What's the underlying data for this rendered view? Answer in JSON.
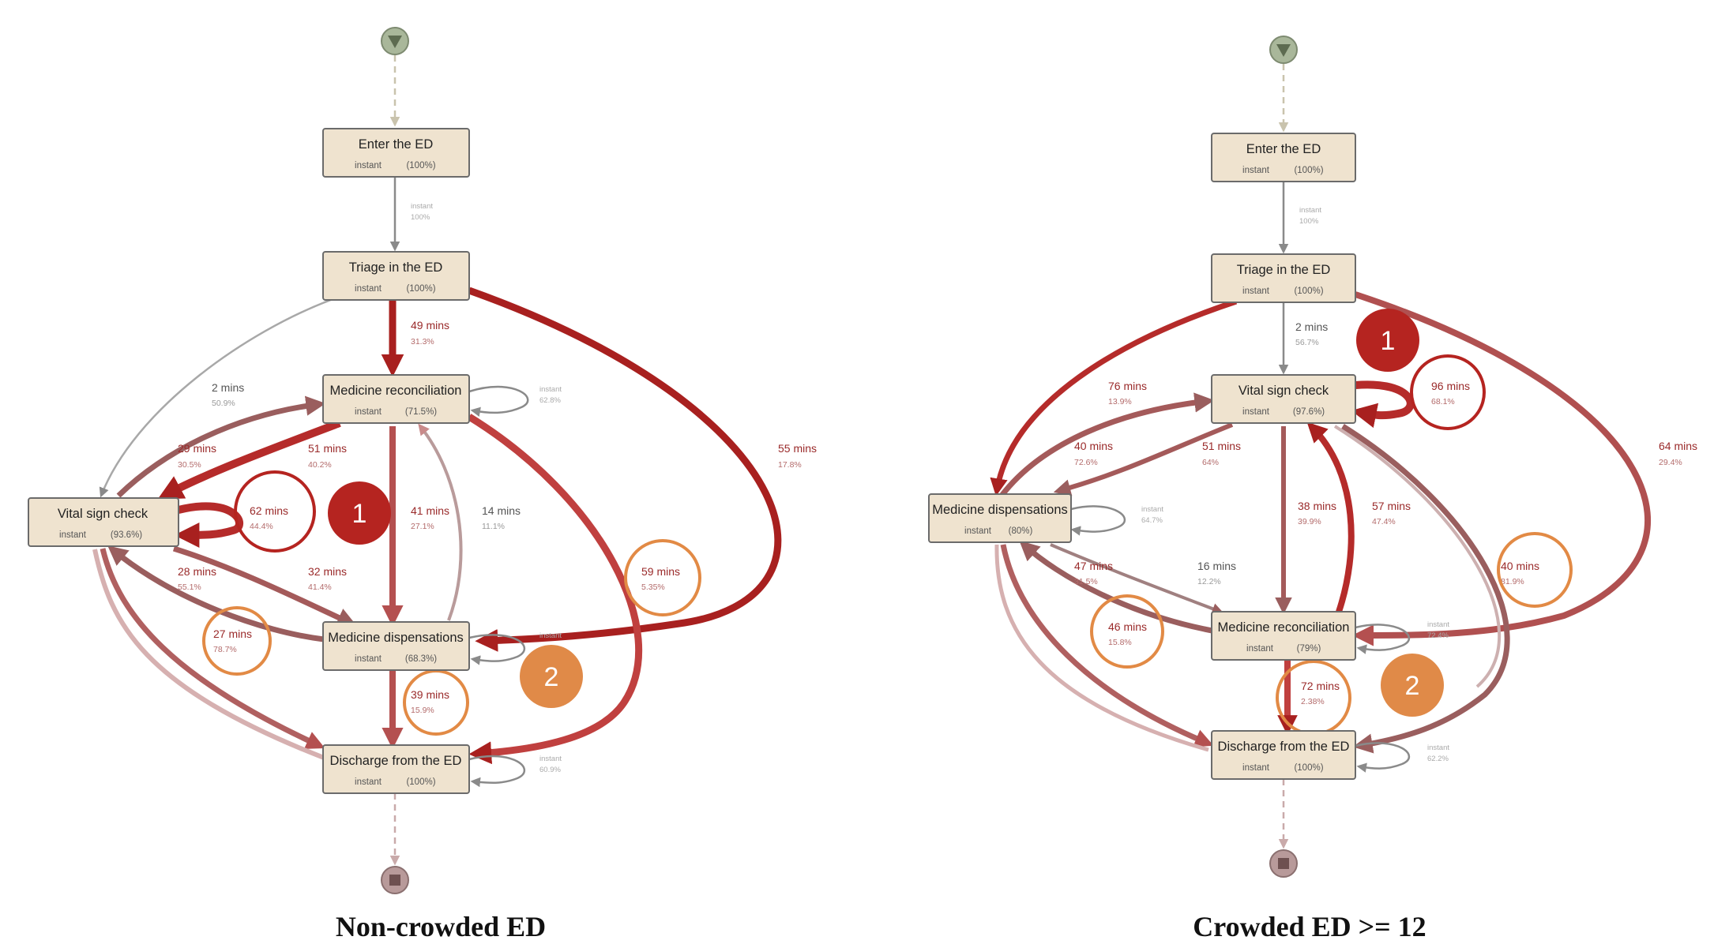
{
  "diagrams": [
    {
      "caption": "Non-crowded ED",
      "nodes": [
        {
          "id": "enter",
          "title": "Enter the ED",
          "sub": "instant",
          "pct": "(100%)"
        },
        {
          "id": "triage",
          "title": "Triage in the ED",
          "sub": "instant",
          "pct": "(100%)"
        },
        {
          "id": "medrec",
          "title": "Medicine reconciliation",
          "sub": "instant",
          "pct": "(71.5%)"
        },
        {
          "id": "vital",
          "title": "Vital sign check",
          "sub": "instant",
          "pct": "(93.6%)"
        },
        {
          "id": "meddisp",
          "title": "Medicine dispensations",
          "sub": "instant",
          "pct": "(68.3%)"
        },
        {
          "id": "discharge",
          "title": "Discharge from the ED",
          "sub": "instant",
          "pct": "(100%)"
        }
      ],
      "edge_labels": [
        {
          "id": "enter-triage",
          "time": "instant",
          "pct": "100%"
        },
        {
          "id": "triage-medrec",
          "time": "49 mins",
          "pct": "31.3%"
        },
        {
          "id": "triage-vital",
          "time": "2 mins",
          "pct": "50.9%"
        },
        {
          "id": "triage-meddisp",
          "time": "55 mins",
          "pct": "17.8%"
        },
        {
          "id": "medrec-self",
          "time": "instant",
          "pct": "62.8%"
        },
        {
          "id": "vital-medrec",
          "time": "29 mins",
          "pct": "30.5%"
        },
        {
          "id": "medrec-vital",
          "time": "51 mins",
          "pct": "40.2%"
        },
        {
          "id": "vital-self",
          "time": "62 mins",
          "pct": "44.4%"
        },
        {
          "id": "medrec-meddisp",
          "time": "41 mins",
          "pct": "27.1%"
        },
        {
          "id": "meddisp-medrec",
          "time": "14 mins",
          "pct": "11.1%"
        },
        {
          "id": "medrec-discharge",
          "time": "59 mins",
          "pct": "5.35%"
        },
        {
          "id": "meddisp-vital",
          "time": "28 mins",
          "pct": "55.1%"
        },
        {
          "id": "vital-meddisp",
          "time": "32 mins",
          "pct": "41.4%"
        },
        {
          "id": "vital-discharge",
          "time": "27 mins",
          "pct": "78.7%"
        },
        {
          "id": "meddisp-discharge",
          "time": "39 mins",
          "pct": "15.9%"
        },
        {
          "id": "meddisp-self",
          "time": "instant",
          "pct": ""
        },
        {
          "id": "discharge-self",
          "time": "instant",
          "pct": "60.9%"
        }
      ],
      "markers": [
        "1",
        "2"
      ]
    },
    {
      "caption": "Crowded ED >= 12",
      "nodes": [
        {
          "id": "enter",
          "title": "Enter the ED",
          "sub": "instant",
          "pct": "(100%)"
        },
        {
          "id": "triage",
          "title": "Triage in the ED",
          "sub": "instant",
          "pct": "(100%)"
        },
        {
          "id": "vital",
          "title": "Vital sign check",
          "sub": "instant",
          "pct": "(97.6%)"
        },
        {
          "id": "meddisp",
          "title": "Medicine dispensations",
          "sub": "instant",
          "pct": "(80%)"
        },
        {
          "id": "medrec",
          "title": "Medicine reconciliation",
          "sub": "instant",
          "pct": "(79%)"
        },
        {
          "id": "discharge",
          "title": "Discharge from the ED",
          "sub": "instant",
          "pct": "(100%)"
        }
      ],
      "edge_labels": [
        {
          "id": "enter-triage",
          "time": "instant",
          "pct": "100%"
        },
        {
          "id": "triage-vital",
          "time": "2 mins",
          "pct": "56.7%"
        },
        {
          "id": "triage-meddisp",
          "time": "76 mins",
          "pct": "13.9%"
        },
        {
          "id": "triage-medrec",
          "time": "64 mins",
          "pct": "29.4%"
        },
        {
          "id": "vital-self",
          "time": "96 mins",
          "pct": "68.1%"
        },
        {
          "id": "meddisp-vital",
          "time": "40 mins",
          "pct": "72.6%"
        },
        {
          "id": "vital-meddisp",
          "time": "51 mins",
          "pct": "64%"
        },
        {
          "id": "meddisp-self",
          "time": "instant",
          "pct": "64.7%"
        },
        {
          "id": "vital-medrec",
          "time": "38 mins",
          "pct": "39.9%"
        },
        {
          "id": "medrec-vital",
          "time": "57 mins",
          "pct": "47.4%"
        },
        {
          "id": "vital-discharge",
          "time": "40 mins",
          "pct": "81.9%"
        },
        {
          "id": "medrec-meddisp",
          "time": "47 mins",
          "pct": "31.5%"
        },
        {
          "id": "meddisp-medrec",
          "time": "16 mins",
          "pct": "12.2%"
        },
        {
          "id": "meddisp-discharge",
          "time": "46 mins",
          "pct": "15.8%"
        },
        {
          "id": "medrec-discharge",
          "time": "72 mins",
          "pct": "2.38%"
        },
        {
          "id": "medrec-self",
          "time": "instant",
          "pct": "72.4%"
        },
        {
          "id": "discharge-self",
          "time": "instant",
          "pct": "62.2%"
        }
      ],
      "markers": [
        "1",
        "2"
      ]
    }
  ],
  "colors": {
    "node_fill": "#efe3cf",
    "node_stroke": "#6b6b6b",
    "edge_dark": "#a8201f",
    "edge_mid": "#b45050",
    "edge_light": "#c98a8a",
    "edge_grey": "#8a8a8a",
    "marker_red": "#b52420",
    "marker_orange": "#e08a48",
    "ring_red": "#b52420",
    "ring_orange": "#e28a45",
    "start_fill": "#a9b79a",
    "end_fill": "#b89a9a"
  }
}
